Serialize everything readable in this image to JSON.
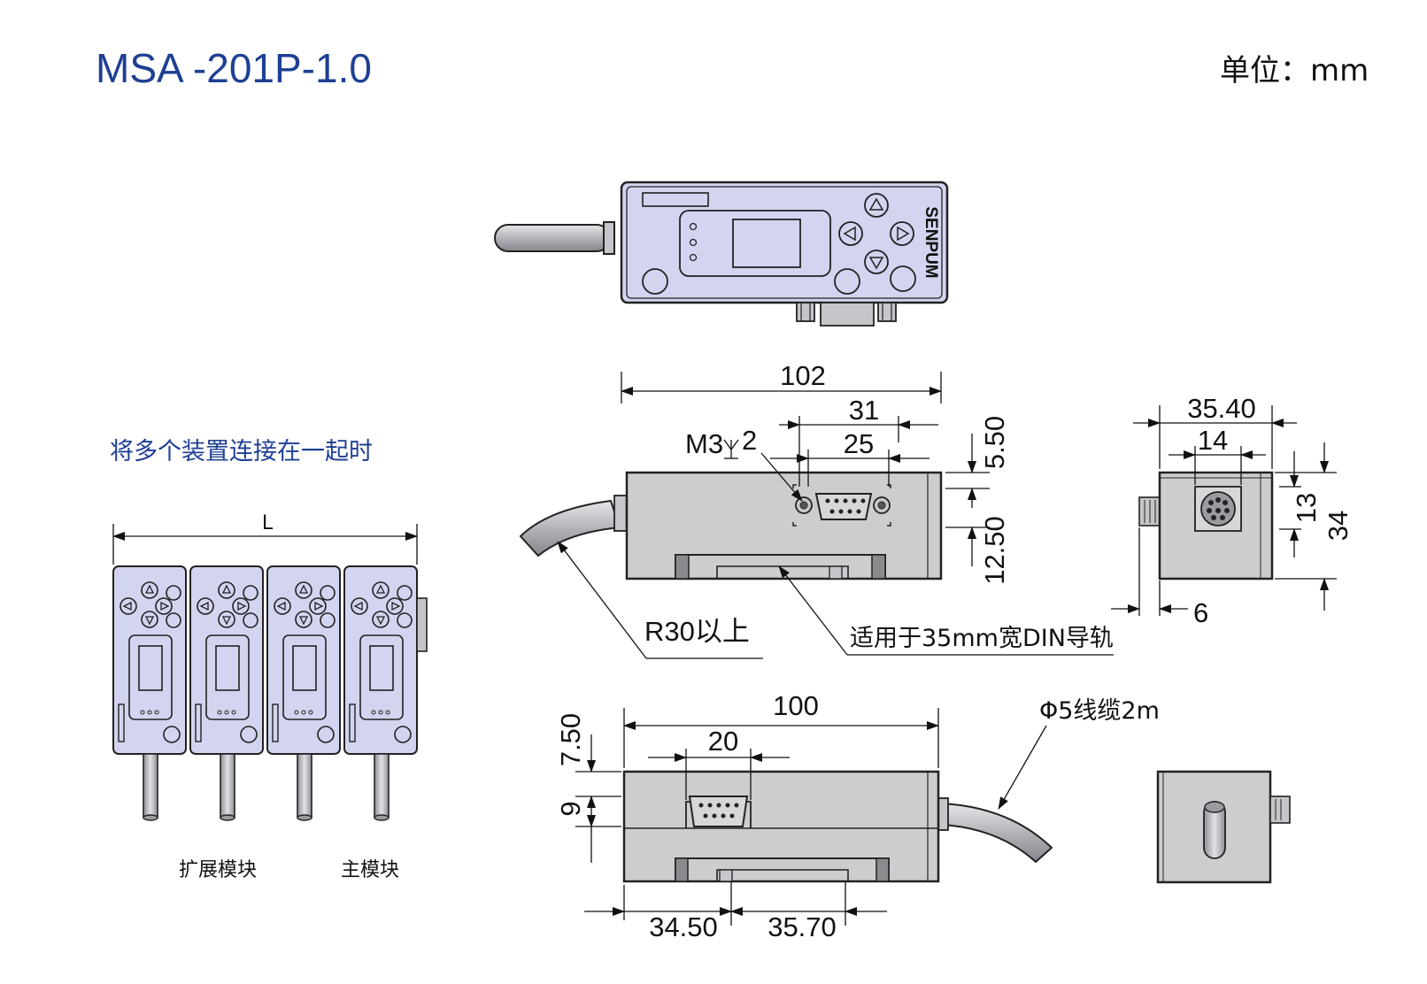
{
  "header": {
    "title": "MSA -201P-1.0",
    "unit": "单位：mm"
  },
  "panel": {
    "brand": "SENPUM"
  },
  "multi": {
    "title": "将多个装置连接在一起时",
    "length": "L",
    "ext_label": "扩展模块",
    "main_label": "主模块"
  },
  "side_view": {
    "length": "102",
    "d31": "31",
    "d25": "25",
    "thread": "M3",
    "depth": "2",
    "d550": "5.50",
    "d1250": "12.50",
    "radius_note": "R30以上",
    "din_note": "适用于35mm宽DIN导轨"
  },
  "end_view": {
    "width": "35.40",
    "d14": "14",
    "d13": "13",
    "height": "34",
    "d6": "6"
  },
  "bottom_view": {
    "length": "100",
    "d20": "20",
    "d750": "7.50",
    "d9": "9",
    "d3450": "34.50",
    "d3570": "35.70",
    "cable_note": "Φ5线缆2m"
  },
  "colors": {
    "body": "#cdcdd0",
    "panel": "#d3d4ef",
    "title": "#1f3f94"
  }
}
